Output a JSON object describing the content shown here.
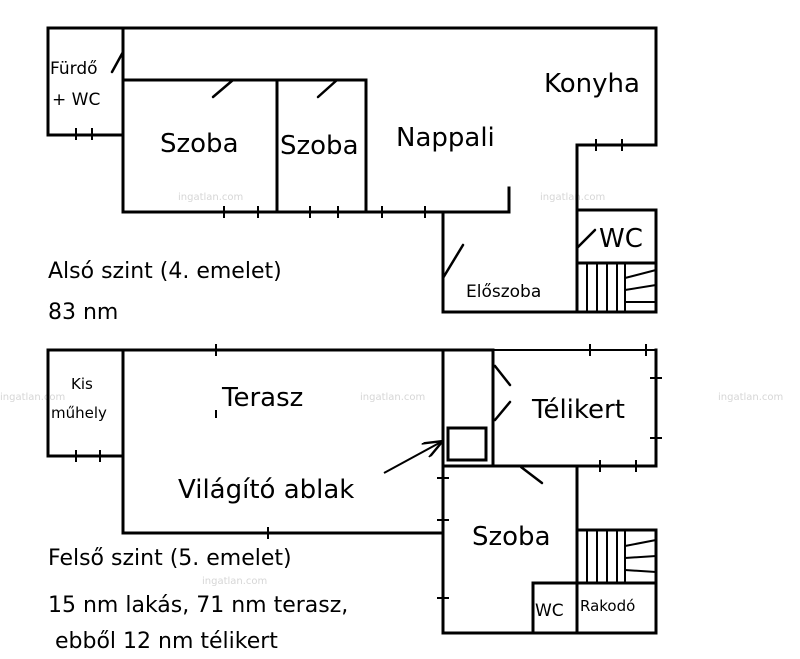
{
  "watermark": "ingatlan.com",
  "lower_floor": {
    "rooms": {
      "bath": [
        "Fürdő",
        "+ WC"
      ],
      "room1": "Szoba",
      "room2": "Szoba",
      "living": "Nappali",
      "kitchen": "Konyha",
      "wc": "WC",
      "hall": "Előszoba"
    },
    "caption": "Alsó szint (4. emelet)",
    "area": "83 nm"
  },
  "upper_floor": {
    "rooms": {
      "workshop": [
        "Kis",
        "műhely"
      ],
      "terrace": "Terasz",
      "winter_garden": "Télikert",
      "skylight": "Világító ablak",
      "room": "Szoba",
      "wc": "WC",
      "storage": "Rakodó"
    },
    "caption": "Felső szint (5. emelet)",
    "area_line1": "15 nm lakás, 71 nm terasz,",
    "area_line2": "ebből 12 nm télikert"
  }
}
